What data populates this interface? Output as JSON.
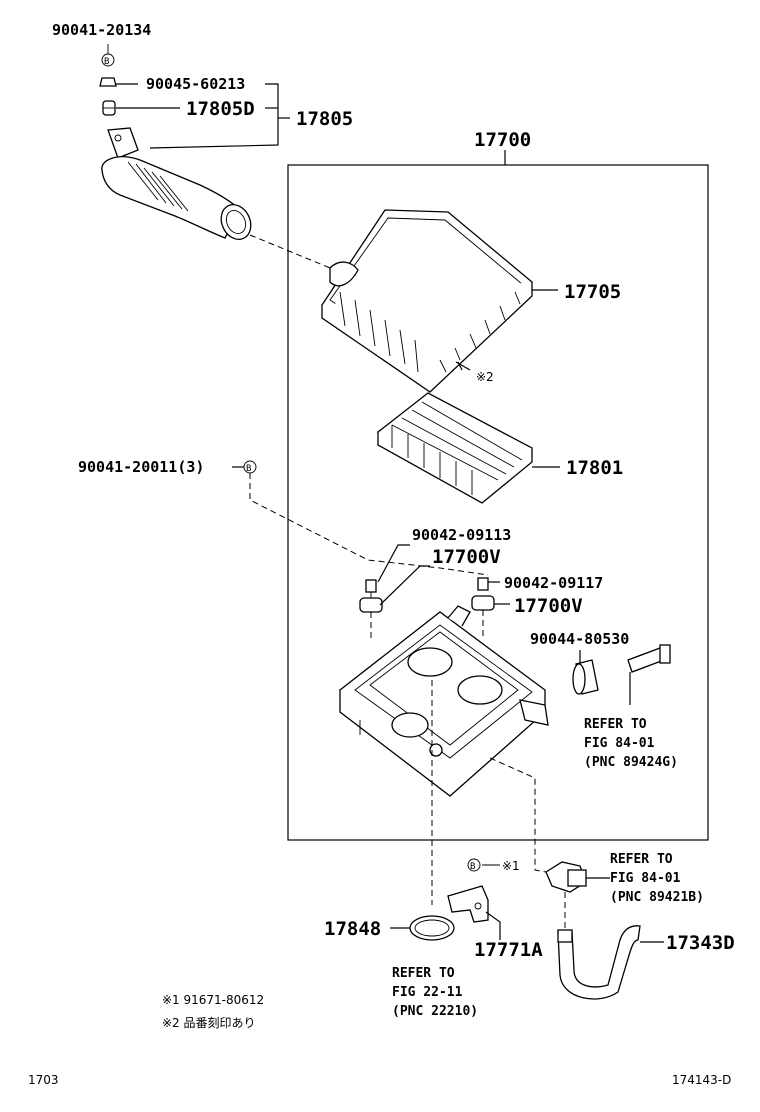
{
  "labels": {
    "p90041_20134": "90041-20134",
    "p90045_60213": "90045-60213",
    "p17805D": "17805D",
    "p17805": "17805",
    "p17700": "17700",
    "p17705": "17705",
    "mark2": "※2",
    "p17801": "17801",
    "p90041_20011": "90041-20011(3)",
    "p90042_09113": "90042-09113",
    "p17700V_a": "17700V",
    "p90042_09117": "90042-09117",
    "p17700V_b": "17700V",
    "p90044_80530": "90044-80530",
    "ref1_l1": "REFER TO",
    "ref1_l2": "FIG 84-01",
    "ref1_l3": "(PNC 89424G)",
    "mark1": "※1",
    "ref2_l1": "REFER TO",
    "ref2_l2": "FIG 84-01",
    "ref2_l3": "(PNC 89421B)",
    "p17848": "17848",
    "p17771A": "17771A",
    "p17343D": "17343D",
    "ref3_l1": "REFER TO",
    "ref3_l2": "FIG 22-11",
    "ref3_l3": "(PNC 22210)",
    "note1": "※1  91671-80612",
    "note2": "※2  品番刻印あり",
    "footer_left": "1703",
    "footer_right": "174143-D",
    "bolt_mark": "B"
  }
}
